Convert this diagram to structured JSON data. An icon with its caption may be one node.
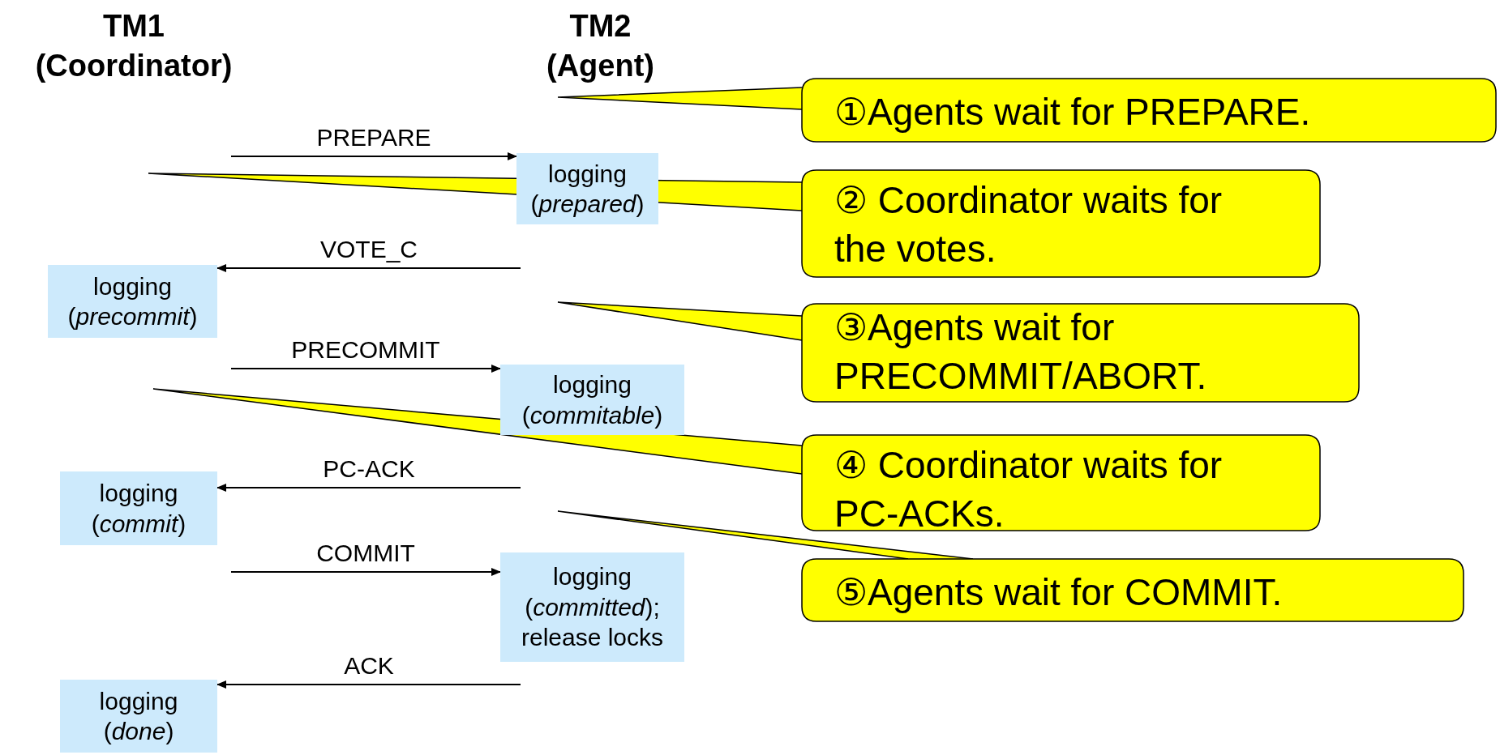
{
  "diagram": {
    "nodes": [
      {
        "text": [
          "TM1 (Coordinator)"
        ]
      },
      {
        "text": [
          "TM2 (Agent)"
        ]
      },
      {
        "text": [
          "logging (*prepared*)"
        ]
      },
      {
        "text": [
          "logging (*precommit*)"
        ]
      },
      {
        "text": [
          "logging (*commitable*)"
        ]
      },
      {
        "text": [
          "logging (*commit*)"
        ]
      },
      {
        "text": [
          "logging (*committed*); release locks"
        ]
      },
      {
        "text": [
          "logging (*done*)"
        ]
      },
      {
        "text": [
          "①Agents wait for PREPARE."
        ]
      },
      {
        "text": [
          "② Coordinator waits for the votes."
        ]
      },
      {
        "text": [
          "③Agents wait for PRECOMMIT/ABORT."
        ]
      },
      {
        "text": [
          "④ Coordinator waits for PC-ACKs."
        ]
      },
      {
        "text": [
          "⑤Agents wait for COMMIT."
        ]
      }
    ],
    "edges": [
      {
        "from": null,
        "to": 2,
        "label": "PREPARE",
        "arrow": "to"
      },
      {
        "from": null,
        "to": 3,
        "label": "VOTE_C",
        "arrow": "to"
      },
      {
        "from": null,
        "to": 4,
        "label": "PRECOMMIT",
        "arrow": "to"
      },
      {
        "from": null,
        "to": 5,
        "label": "PC-ACK",
        "arrow": "to"
      },
      {
        "from": null,
        "to": 6,
        "label": "COMMIT",
        "arrow": "to"
      },
      {
        "from": null,
        "to": 7,
        "label": "ACK",
        "arrow": "to"
      }
    ]
  }
}
